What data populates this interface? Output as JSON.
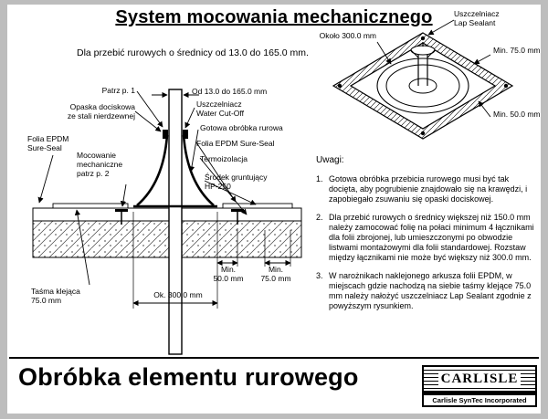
{
  "header": {
    "title": "System mocowania mechanicznego",
    "subtitle": "Dla przebić rurowych o średnicy od 13.0 do 165.0 mm."
  },
  "section": {
    "patrz_p1": "Patrz p. 1",
    "opaska": "Opaska dociskowa\nze stali nierdzewnej",
    "folia_left": "Folia EPDM\nSure-Seal",
    "mocowanie": "Mocowanie\nmechaniczne\npatrz p. 2",
    "od_zakres": "Od 13.0 do 165.0 mm",
    "water_cutoff": "Uszczelniacz\nWater Cut-Off",
    "gotowa_obrobka": "Gotowa obróbka rurowa",
    "folia_right": "Folia EPDM Sure-Seal",
    "termoizolacja": "Termoizolacja",
    "srodek_gruntujacy": "Środek gruntujący\nHP-250",
    "min_50": "Min.\n50.0 mm",
    "min_75": "Min.\n75.0 mm",
    "tasma": "Taśma klejąca\n75.0 mm",
    "ok_300": "Ok. 300.0 mm"
  },
  "plan": {
    "lap_sealant": "Uszczelniacz\nLap Sealant",
    "okolo_300": "Około 300.0 mm",
    "min_75": "Min. 75.0 mm",
    "min_50": "Min. 50.0 mm"
  },
  "notes": {
    "heading": "Uwagi:",
    "items": [
      {
        "num": "1.",
        "text": "Gotowa obróbka przebicia rurowego musi być tak docięta, aby pogrubienie znajdowało się na krawędzi, i zapobiegało zsuwaniu się opaski dociskowej."
      },
      {
        "num": "2.",
        "text": "Dla przebić rurowych o średnicy większej niż 150.0 mm należy zamocować folię na połaci minimum 4 łącznikami dla folii zbrojonej, lub umieszczonymi po obwodzie listwami montażowymi dla folii standardowej. Rozstaw między łącznikami nie może być większy niż 300.0 mm."
      },
      {
        "num": "3.",
        "text": "W narożnikach naklejonego arkusza folii EPDM, w miejscach gdzie nachodzą na siebie taśmy klejące 75.0 mm należy nałożyć uszczelniacz Lap Sealant zgodnie z powyższym rysunkiem."
      }
    ]
  },
  "footer": {
    "title": "Obróbka elementu rurowego",
    "logo": "CARLISLE",
    "logo_sub": "Carlisle SynTec Incorporated"
  }
}
